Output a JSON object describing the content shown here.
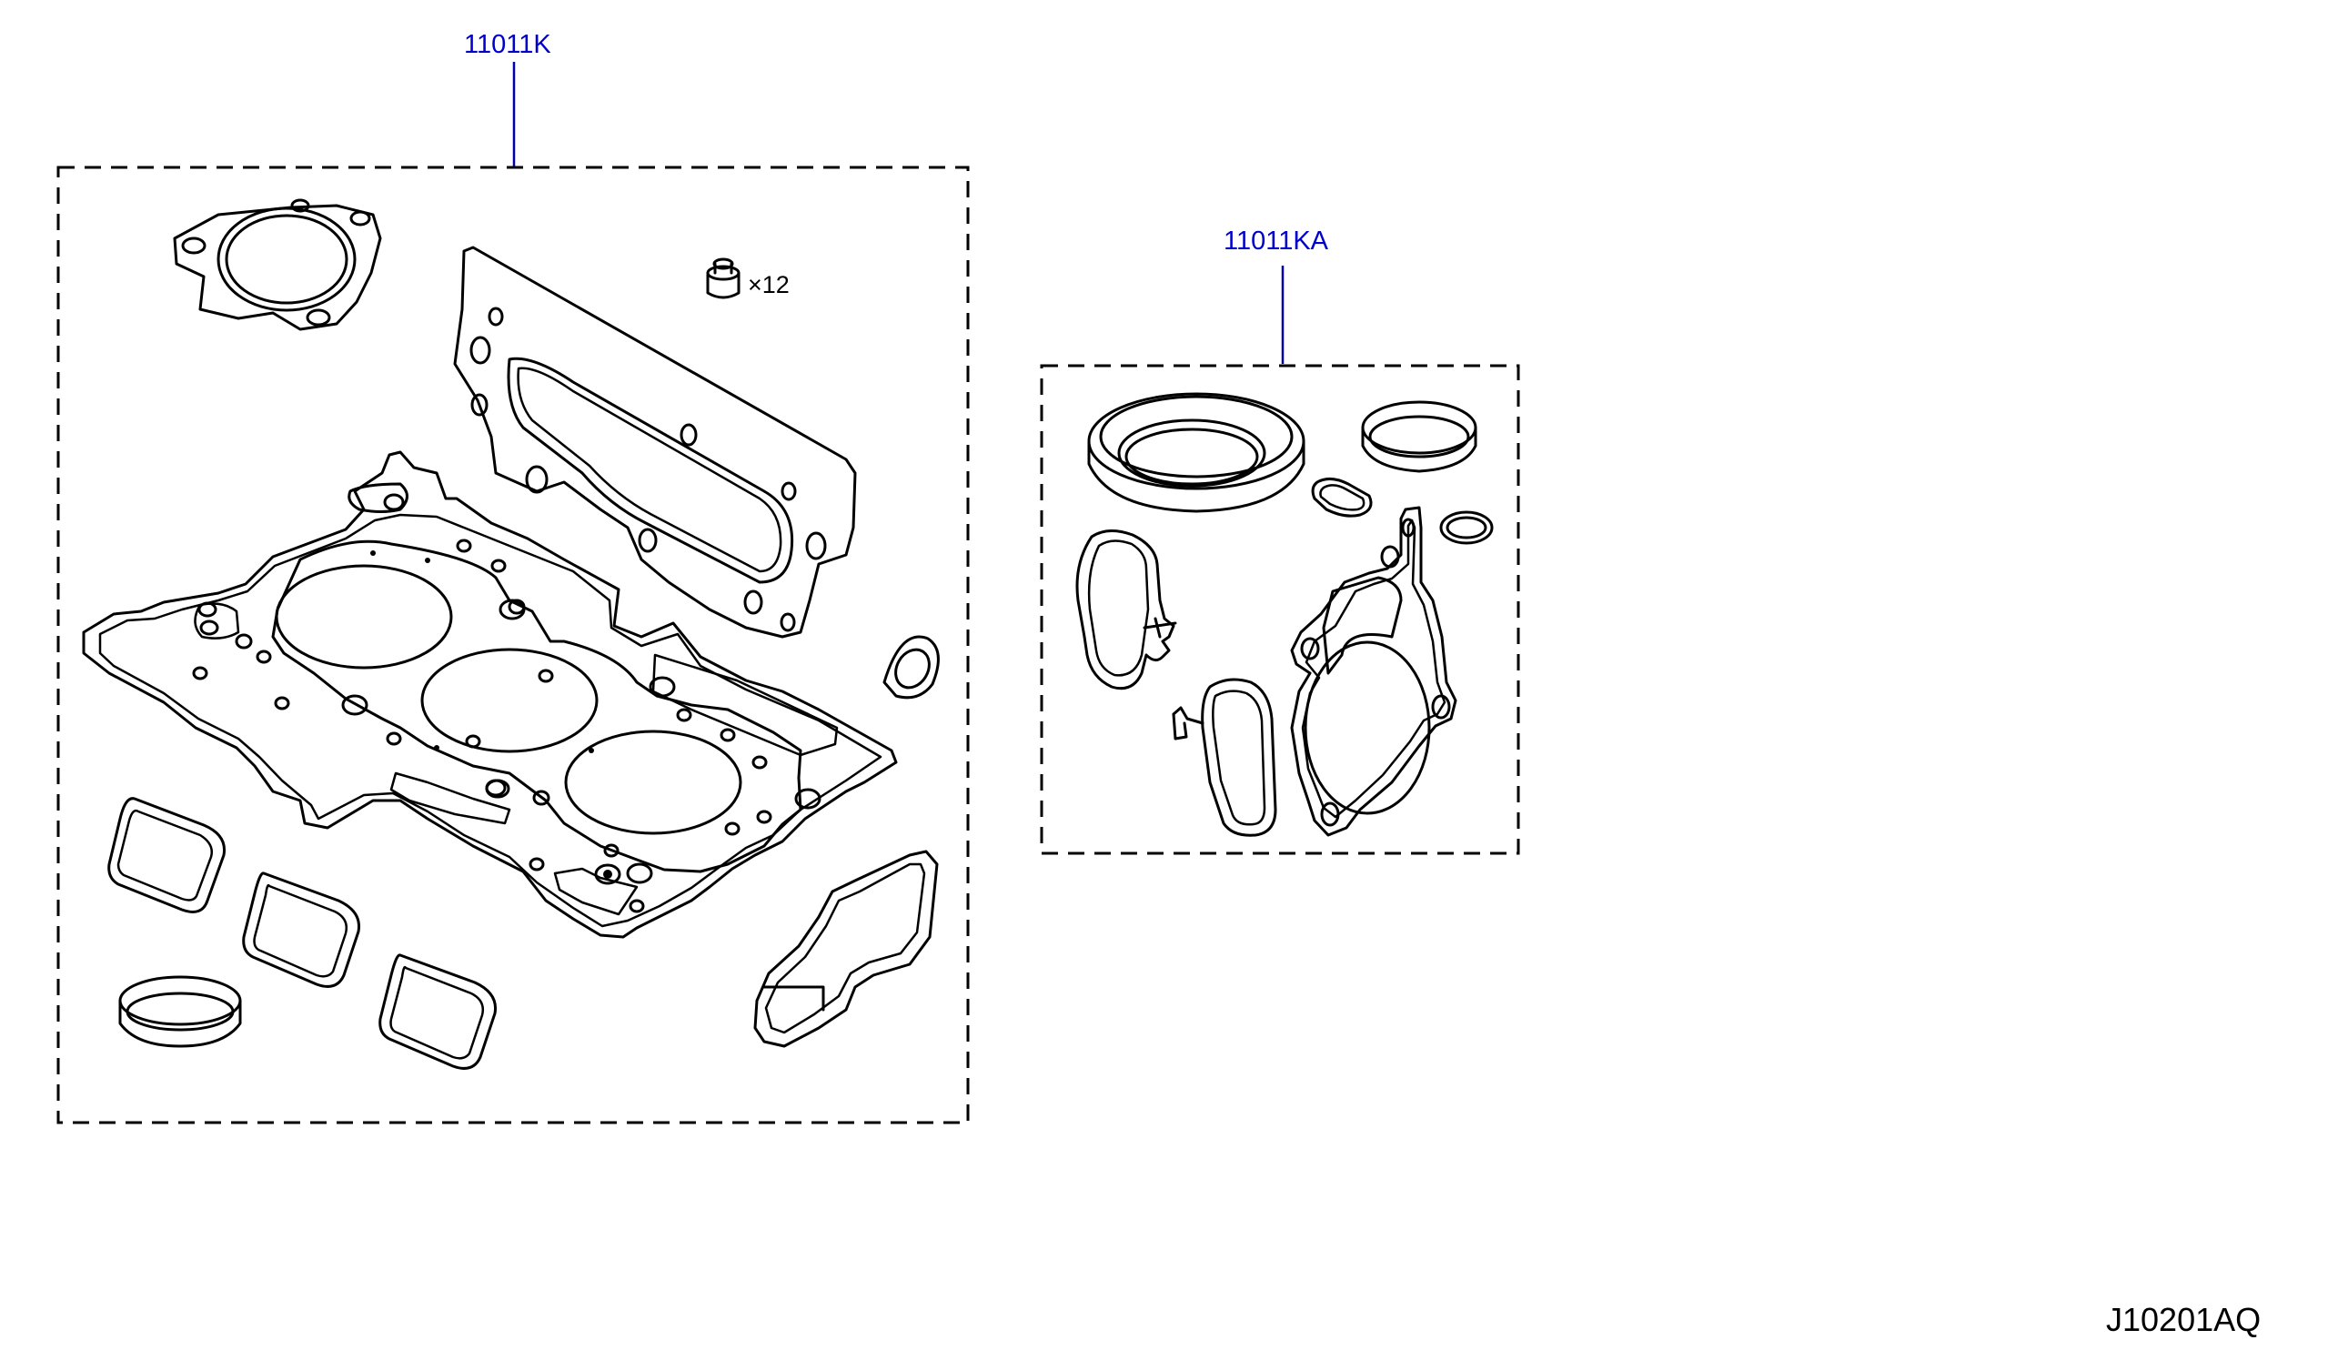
{
  "callouts": [
    {
      "id": "11011K",
      "label": "11011K"
    },
    {
      "id": "11011KA",
      "label": "11011KA"
    }
  ],
  "quantity_note": "×12",
  "diagram_code": "J10201AQ",
  "colors": {
    "callout": "#0000cc",
    "leader": "#0000aa",
    "line": "#000000"
  },
  "parts_kit_1": [
    "head-gasket",
    "exhaust-manifold-gasket",
    "thermostat-gasket",
    "valve-stem-seal",
    "intake-port-gasket",
    "intake-port-gasket",
    "intake-port-gasket",
    "round-seal",
    "tube-seal",
    "water-outlet-gasket"
  ],
  "parts_kit_2": [
    "crankshaft-oil-seal",
    "camshaft-oil-seal",
    "small-oval-gasket",
    "o-ring",
    "water-pump-gasket",
    "oil-strainer-gasket",
    "oil-pan-gasket"
  ]
}
